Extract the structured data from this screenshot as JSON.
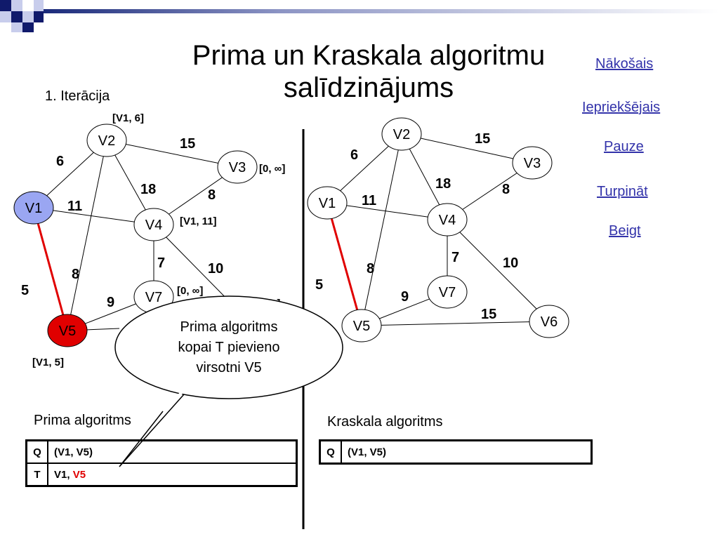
{
  "slide": {
    "title_line1": "Prima un Kraskala algoritmu",
    "title_line2": "salīdzinājums",
    "iteration_label": "1. Iterācija"
  },
  "nav": {
    "next": "Nākošais",
    "previous": "Iepriekšējais",
    "pause": "Pauze ",
    "continue": "Turpināt ",
    "end": "Beigt"
  },
  "colors": {
    "link": "#3333aa",
    "selected_node": "#e00000",
    "start_node": "#9aa6f2",
    "selected_edge": "#e00000"
  },
  "prim": {
    "caption": "Prima algoritms",
    "nodes": {
      "V1": "V1",
      "V2": "V2",
      "V3": "V3",
      "V4": "V4",
      "V5": "V5",
      "V7": "V7"
    },
    "weights": {
      "v1v2": "6",
      "v2v3": "15",
      "v2v4": "18",
      "v3v4": "8",
      "v1v4": "11",
      "v2v5": "8",
      "v4v7": "7",
      "v4v6": "10",
      "v1v5": "5",
      "v5v7": "9"
    },
    "labels": {
      "v2": "[V1, 6]",
      "v3": "[0, ∞]",
      "v4": "[V1, 11]",
      "v7": "[0, ∞]",
      "v5": "[V1, 5]",
      "v6_partial": "[0, ∞]"
    },
    "table": {
      "q_key": "Q",
      "q_value": "(V1, V5)",
      "t_key": "T",
      "t_value": "V1,",
      "t_new": "V5"
    }
  },
  "kruskal": {
    "caption": "Kraskala algoritms",
    "nodes": {
      "V1": "V1",
      "V2": "V2",
      "V3": "V3",
      "V4": "V4",
      "V5": "V5",
      "V6": "V6",
      "V7": "V7"
    },
    "weights": {
      "v1v2": "6",
      "v2v3": "15",
      "v2v4": "18",
      "v3v4": "8",
      "v1v4": "11",
      "v2v5": "8",
      "v4v7": "7",
      "v4v6": "10",
      "v1v5": "5",
      "v5v7": "9",
      "v5v6": "15"
    },
    "table": {
      "q_key": "Q",
      "q_value": "(V1, V5)"
    }
  },
  "callout": {
    "line1": "Prima algoritms",
    "line2": "kopai T pievieno",
    "line3": "virsotni V5"
  }
}
